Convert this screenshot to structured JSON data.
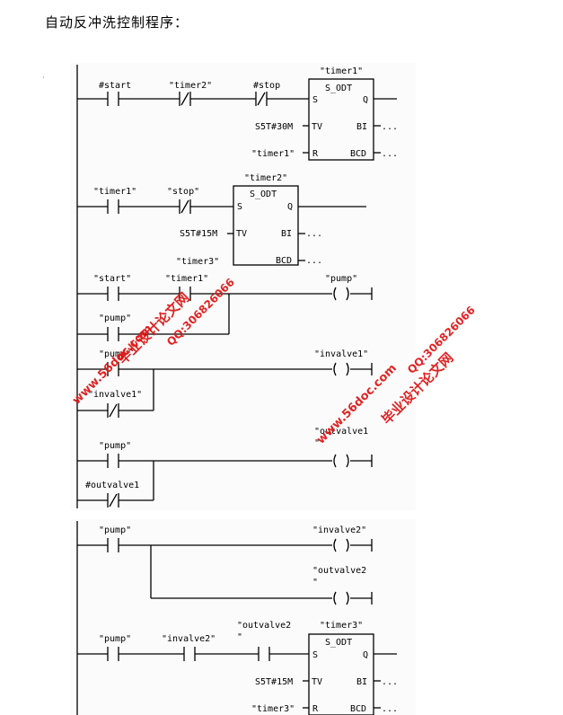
{
  "title": "自动反冲洗控制程序：",
  "stray_mark": "·",
  "watermarks": {
    "site_cn": "毕业设计论文网",
    "url": "www.56doc.com",
    "qq": "QQ:306826066"
  },
  "rungs": {
    "r1": {
      "contacts": [
        "#start",
        "\"timer2\"",
        "#stop"
      ],
      "timer_name": "\"timer1\"",
      "block": "S_ODT",
      "pin_s": "S",
      "pin_q": "Q",
      "pin_tv": "TV",
      "pin_bi": "BI",
      "pin_r": "R",
      "pin_bcd": "BCD",
      "tv_value": "S5T#30M",
      "r_input": "\"timer1\"",
      "dots": "..."
    },
    "r2": {
      "contacts": [
        "\"timer1\"",
        "\"stop\""
      ],
      "timer_name": "\"timer2\"",
      "block": "S_ODT",
      "pin_s": "S",
      "pin_q": "Q",
      "pin_tv": "TV",
      "pin_bi": "BI",
      "pin_bcd": "BCD",
      "tv_value": "S5T#15M",
      "r_input": "\"timer3\"",
      "dots": "..."
    },
    "r3": {
      "contacts": [
        "\"start\"",
        "\"timer1\"",
        "\"pump\""
      ],
      "coil": "\"pump\"",
      "coil_symbol": "( )"
    },
    "r4": {
      "contacts": [
        "\"pump\"",
        "\"invalve1\""
      ],
      "coil": "\"invalve1\"",
      "coil_symbol": "( )"
    },
    "r5": {
      "contacts": [
        "\"pump\"",
        "#outvalve1"
      ],
      "coil_line1": "\"outvalve1",
      "coil_line2": "\"",
      "coil_symbol": "( )"
    },
    "r6": {
      "contacts": [
        "\"pump\""
      ],
      "coil_a": "\"invalve2\"",
      "coil_b_line1": "\"outvalve2",
      "coil_b_line2": "\"",
      "coil_symbol": "( )"
    },
    "r7": {
      "contacts": [
        "\"pump\"",
        "\"invalve2\"",
        "\"outvalve2",
        "\""
      ],
      "timer_name": "\"timer3\"",
      "block": "S_ODT",
      "pin_s": "S",
      "pin_q": "Q",
      "pin_tv": "TV",
      "pin_bi": "BI",
      "pin_r": "R",
      "pin_bcd": "BCD",
      "tv_value": "S5T#15M",
      "r_input": "\"timer3\"",
      "dots": "..."
    }
  }
}
